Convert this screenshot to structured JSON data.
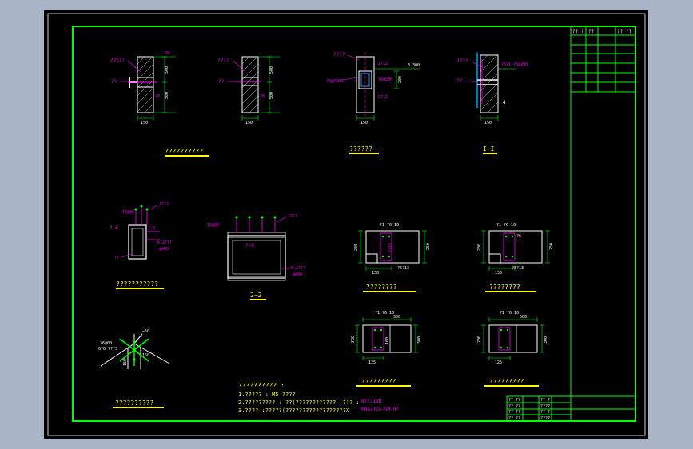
{
  "colors": {
    "outer_bg": "#a9b4c6",
    "sheet": "#000000",
    "border": "#00ff00",
    "outline": "#ffffff",
    "label": "#ffff00",
    "rebar": "#ff00ff",
    "dim": "#00ff00",
    "steel": "#00a0ff"
  },
  "title_block": {
    "header_1": "?? ?",
    "header_2": "??",
    "header_3": "?? ??",
    "row_1": "?? ??",
    "row_2": "?? ??",
    "row_3": "?? ??",
    "row_4": "?? ??",
    "side_1": "?? ?",
    "side_2": "????",
    "side_3": "?? ?",
    "side_4": "????"
  },
  "details": {
    "d1": {
      "title": "??????????",
      "width_dim": "150",
      "height_dim_a": "500",
      "height_dim_b": "500",
      "note_top": "?2?3?",
      "note_left": "??",
      "rebar_label": "?8"
    },
    "d2": {
      "width_dim": "150",
      "height_dim_a": "500",
      "height_dim_b": "500",
      "note_top": "????",
      "note_left": "??",
      "rebar_label": "?8"
    },
    "d3": {
      "title": "??????",
      "width_dim": "150",
      "height_dim": "200",
      "note_top": "????",
      "elev": "3.300",
      "bar_a": "2?12",
      "bar_b": "?6@200",
      "bar_c": "2?12",
      "note_left": "?6@?200"
    },
    "d4": {
      "title": "I—I",
      "width_dim": "150",
      "note_left": "??",
      "note_top": "????",
      "note_right": "?6?1 ?6@200"
    },
    "d5": {
      "title": "???????????",
      "label_a": "15@86",
      "label_b": "????",
      "label_c": "?-6",
      "label_d": "?-6",
      "label_e": "6.2???",
      "label_f": "@400",
      "label_g": "??"
    },
    "d6": {
      "title": "2—2",
      "label_a": "15@86",
      "label_b": "????",
      "label_c": "?-6",
      "label_d": "6.2???",
      "label_e": "@400"
    },
    "d7": {
      "title": "????????",
      "label_a": "?1 ?6 16",
      "dim_h": "200",
      "dim_w": "150",
      "bar_a": "2?12",
      "bar_b": "?6?13",
      "right_dim": "250"
    },
    "d8": {
      "title": "????????",
      "label_a": "?1 ?6 16",
      "dim_h": "200",
      "dim_w": "150",
      "bar_a": "?6",
      "bar_b": "?6?13",
      "right_dim": "250"
    },
    "d9": {
      "title": "?????????",
      "top_dim": "500",
      "label_a": "?1 ?6 16",
      "dim_h": "200",
      "dim_w": "125",
      "bar_a": "100",
      "right_dim": "300"
    },
    "d10": {
      "title": "?????????",
      "top_dim": "500",
      "label_a": "?1 ?6 16",
      "dim_h": "200",
      "dim_w": "125",
      "right_dim": "300"
    },
    "d11": {
      "title": "??????????",
      "label_a": "—50",
      "label_b": "?6@00",
      "label_c": "6?6 ???3",
      "dim_a": "150",
      "dim_b": "150"
    }
  },
  "notes": {
    "heading": "?????????? :",
    "line_1": "1.????? : M5   ????",
    "line_2": "2.????????? : ??(???????????? :??? :",
    "line_3": "3.???? :?????(??????????????????X",
    "ref_1": "07?J138",
    "ref_2": "08a/T15-SM-07"
  }
}
